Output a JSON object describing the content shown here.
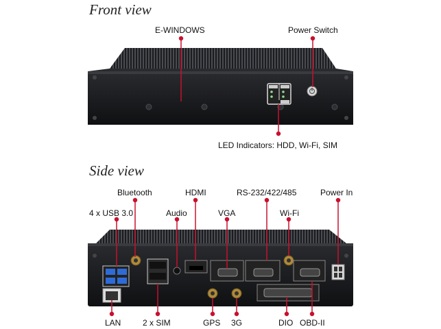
{
  "sections": {
    "front_title": "Front view",
    "side_title": "Side view"
  },
  "front_labels": {
    "ewindows": "E-WINDOWS",
    "power_switch": "Power Switch",
    "led_indicators": "LED Indicators: HDD, Wi-Fi, SIM"
  },
  "side_labels": {
    "bluetooth": "Bluetooth",
    "hdmi": "HDMI",
    "rs232": "RS-232/422/485",
    "power_in": "Power In",
    "usb": "4 x USB 3.0",
    "audio": "Audio",
    "vga": "VGA",
    "wifi": "Wi-Fi",
    "lan": "LAN",
    "sim": "2 x SIM",
    "gps": "GPS",
    "g3": "3G",
    "dio": "DIO",
    "obd": "OBD-II"
  },
  "colors": {
    "callout": "#c8102e",
    "chassis": "#16171a",
    "fin": "#3a3c40"
  }
}
